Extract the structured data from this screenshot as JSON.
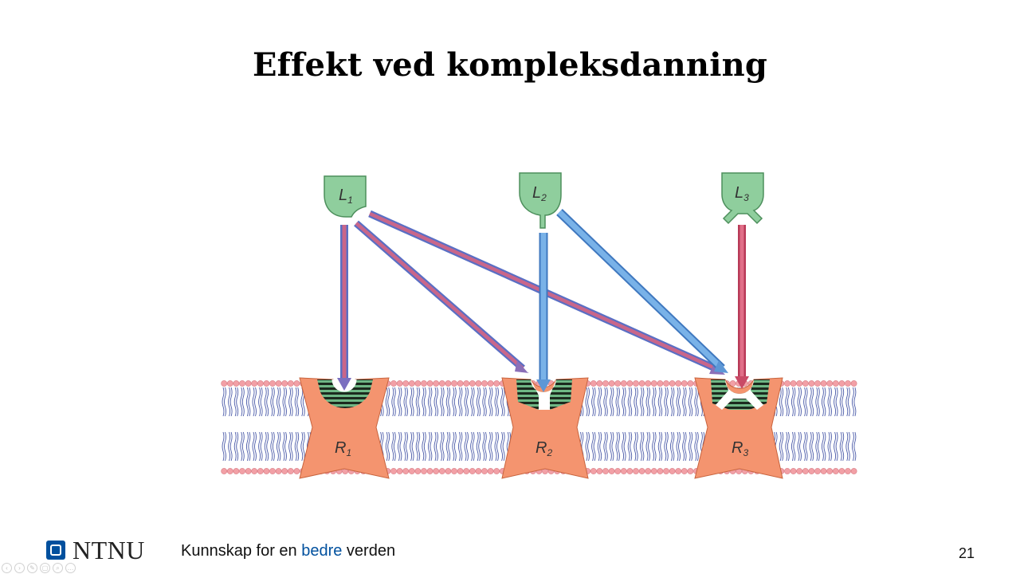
{
  "slide": {
    "title": "Effekt ved kompleksdanning",
    "page_number": "21"
  },
  "footer": {
    "logo_text": "NTNU",
    "tagline_part1": "Kunnskap for en ",
    "tagline_accent": "bedre",
    "tagline_part2": " verden"
  },
  "diagram": {
    "ligands": [
      {
        "label": "L",
        "sub": "1"
      },
      {
        "label": "L",
        "sub": "2"
      },
      {
        "label": "L",
        "sub": "3"
      }
    ],
    "receptors": [
      {
        "label": "R",
        "sub": "1"
      },
      {
        "label": "R",
        "sub": "2"
      },
      {
        "label": "R",
        "sub": "3"
      }
    ],
    "colors": {
      "ligand_fill": "#8fce9d",
      "ligand_stroke": "#4d8f5c",
      "receptor_fill": "#f4946f",
      "receptor_stroke": "#c8643e",
      "membrane_head": "#f2a0a6",
      "membrane_tail": "#4a5aa8",
      "arrow_red": "#d0546e",
      "arrow_blue": "#6ea6de",
      "arrow_mixed": "#b27a9f",
      "logo_blue": "#00509e"
    }
  },
  "nav": {
    "buttons": [
      "‹",
      "›",
      "✎",
      "▢",
      "⌕",
      "…"
    ]
  }
}
